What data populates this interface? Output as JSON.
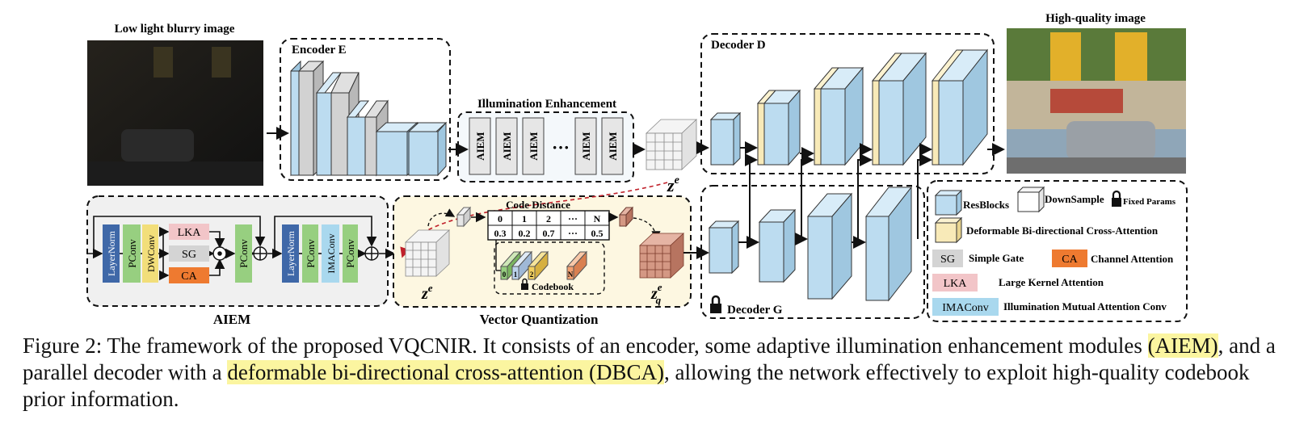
{
  "images": {
    "input_title": "Low light blurry image",
    "output_title": "High-quality image"
  },
  "encoder": {
    "title": "Encoder E"
  },
  "illumination": {
    "title": "Illumination Enhancement",
    "block_label": "AIEM",
    "dots": "···"
  },
  "latent": {
    "z_label": "z",
    "z_sup": "e"
  },
  "decoder_d": {
    "title": "Decoder D"
  },
  "decoder_g": {
    "title": "Decoder G"
  },
  "aiem": {
    "title": "AIEM",
    "ops": [
      "LayerNorm",
      "PConv",
      "DWConv",
      "LKA",
      "SG",
      "CA",
      "PConv",
      "LayerNorm",
      "PConv",
      "IMAConv",
      "PConv"
    ]
  },
  "vq": {
    "title": "Vector Quantization",
    "code_distance_title": "Code Distance",
    "table_header": [
      "0",
      "1",
      "2",
      "···",
      "N"
    ],
    "table_values": [
      "0.3",
      "0.2",
      "0.7",
      "···",
      "0.5"
    ],
    "codebook_label": "Codebook",
    "codebook_indices": [
      "0",
      "1",
      "2",
      "N"
    ],
    "ze_label": "z",
    "ze_sup": "e",
    "zq_label": "z",
    "zq_sup": "e",
    "zq_sub": "q"
  },
  "legend": {
    "resblocks": "ResBlocks",
    "downsample": "DownSample",
    "fixed_params": "Fixed Params",
    "dbca": "Deformable Bi-directional Cross-Attention",
    "sg_abbr": "SG",
    "sg_full": "Simple Gate",
    "ca_abbr": "CA",
    "ca_full": "Channel Attention",
    "lka_abbr": "LKA",
    "lka_full": "Large Kernel Attention",
    "imaconv_abbr": "IMAConv",
    "imaconv_full": "Illumination Mutual Attention Conv"
  },
  "colors": {
    "resblock": "#bcdcf0",
    "downsample": "#d2d2d2",
    "dbca": "#f8eab8",
    "layernorm": "#3f68a8",
    "pconv": "#97cf80",
    "dwconv": "#f2de7a",
    "lka": "#f2c5c8",
    "sg": "#d4d4d4",
    "ca": "#ee7a30",
    "imaconv": "#a9d8ee",
    "code_red": "#c04a3a",
    "panel_aiem": "#f0f0f0",
    "panel_vq": "#fdf7e1",
    "caption_highlight": "#fbf5a0"
  },
  "caption": {
    "part1": "Figure 2: The framework of the proposed VQCNIR. It consists of an encoder, some adaptive illumination enhancement modules ",
    "hl1": "(AIEM)",
    "part2": ", and a parallel decoder with a ",
    "hl2": "deformable bi-directional cross-attention (DBCA)",
    "part3": ", allowing the network effectively to exploit high-quality codebook prior information."
  }
}
